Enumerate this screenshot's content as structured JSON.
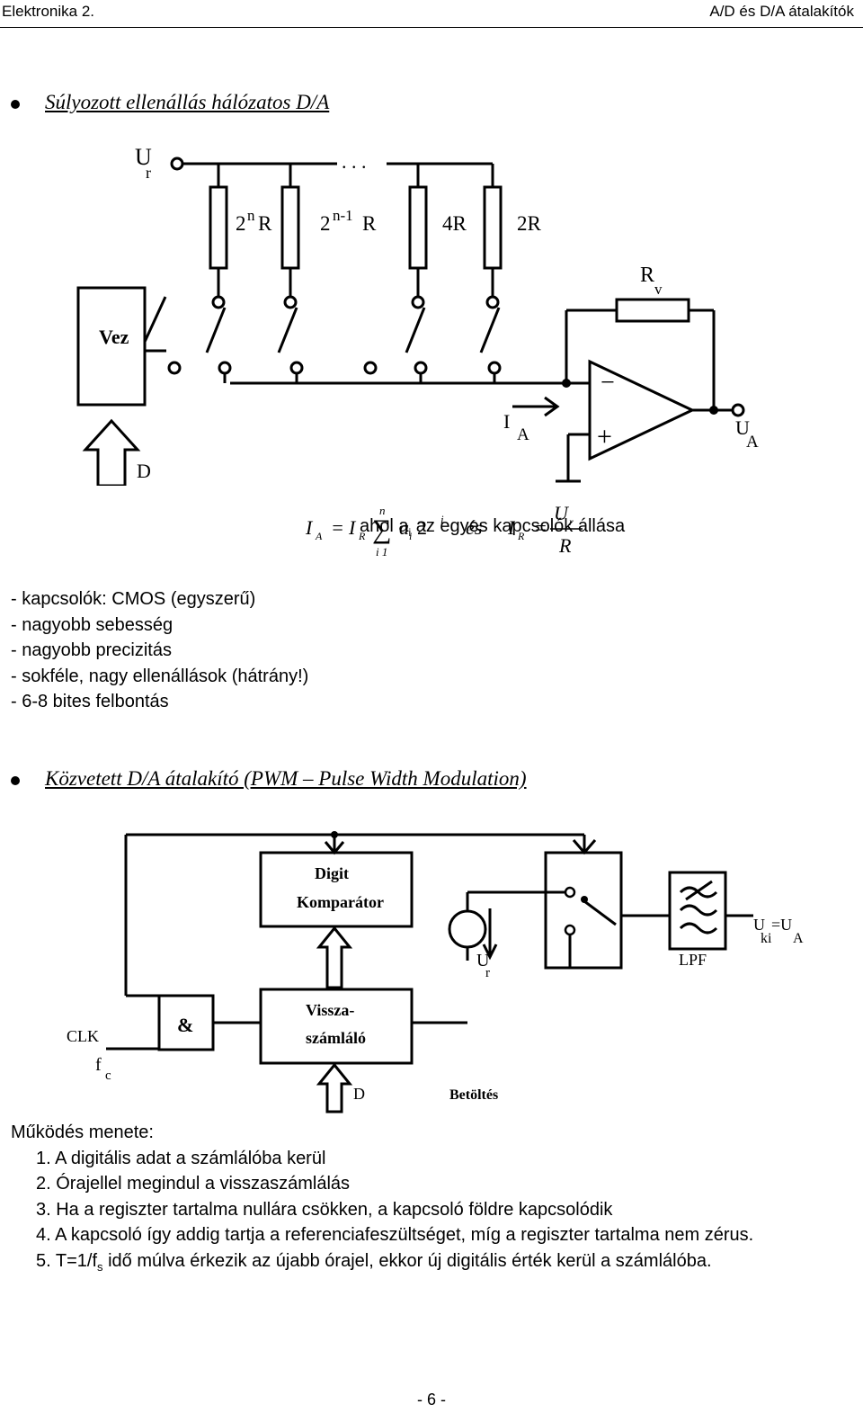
{
  "header": {
    "left": "Elektronika 2.",
    "right": "A/D és D/A átalakítók"
  },
  "section1": {
    "title": "Súlyozott ellenállás hálózatos D/A",
    "diagram": {
      "ur_label": "U",
      "ur_sub": "r",
      "dots": ". . .",
      "resistors": [
        {
          "base": "2",
          "sup": "n",
          "tail": "R"
        },
        {
          "base": "2",
          "sup": "n-1",
          "tail": "R"
        },
        {
          "base": "4R",
          "sup": "",
          "tail": ""
        },
        {
          "base": "2R",
          "sup": "",
          "tail": ""
        }
      ],
      "rv_label": "R",
      "rv_sub": "v",
      "vez_label": "Vez",
      "d_label": "D",
      "ia_label": "I",
      "ia_sub": "A",
      "minus": "−",
      "plus": "+",
      "ua_label": "U",
      "ua_sub": "A"
    },
    "formula": {
      "ia": "I",
      "ia_sub": "A",
      "eq": "=",
      "ir": "I",
      "ir_sub": "R",
      "sum_top": "n",
      "sum_bot": "i 1",
      "sigma": "∑",
      "ai": "a",
      "ai_sub": "i",
      "two": "2",
      "exp": "i",
      "es": "és",
      "ir2": "I",
      "ir2_sub": "R",
      "eq2": "=",
      "num": "U",
      "num_sub": "r",
      "den": "R",
      "note_pre": "ahol a",
      "note_sub": "i",
      "note_post": " az egyes kapcsolók állása"
    },
    "bullets": [
      "- kapcsolók: CMOS (egyszerű)",
      "- nagyobb sebesség",
      "- nagyobb precizitás",
      "- sokféle, nagy ellenállások (hátrány!)",
      "- 6-8 bites felbontás"
    ]
  },
  "section2": {
    "title": "Közvetett D/A átalakító (PWM – Pulse Width Modulation)",
    "diagram": {
      "comp_line1": "Digit",
      "comp_line2": "Komparátor",
      "ur_label": "U",
      "ur_sub": "r",
      "lpf": "LPF",
      "out_label": "U",
      "out_sub": "ki",
      "out_eq": "=U",
      "out_sub2": "A",
      "and_label": "&",
      "counter_line1": "Vissza-",
      "counter_line2": "számláló",
      "clk": "CLK",
      "fc": "f",
      "fc_sub": "c",
      "d_label": "D",
      "load": "Betöltés"
    },
    "steps_title": "Működés menete:",
    "steps": [
      "1. A digitális adat a számlálóba kerül",
      "2. Órajellel megindul a visszaszámlálás",
      "3. Ha a regiszter tartalma nullára csökken, a kapcsoló földre kapcsolódik",
      "4. A kapcsoló így addig tartja a referenciafeszültséget, míg a regiszter tartalma nem zérus."
    ],
    "step5": {
      "pre": "5. T=1/f",
      "sub": "s",
      "post": " idő múlva érkezik az újabb órajel, ekkor új digitális érték kerül a számlálóba."
    }
  },
  "footer": {
    "page": "- 6 -"
  }
}
